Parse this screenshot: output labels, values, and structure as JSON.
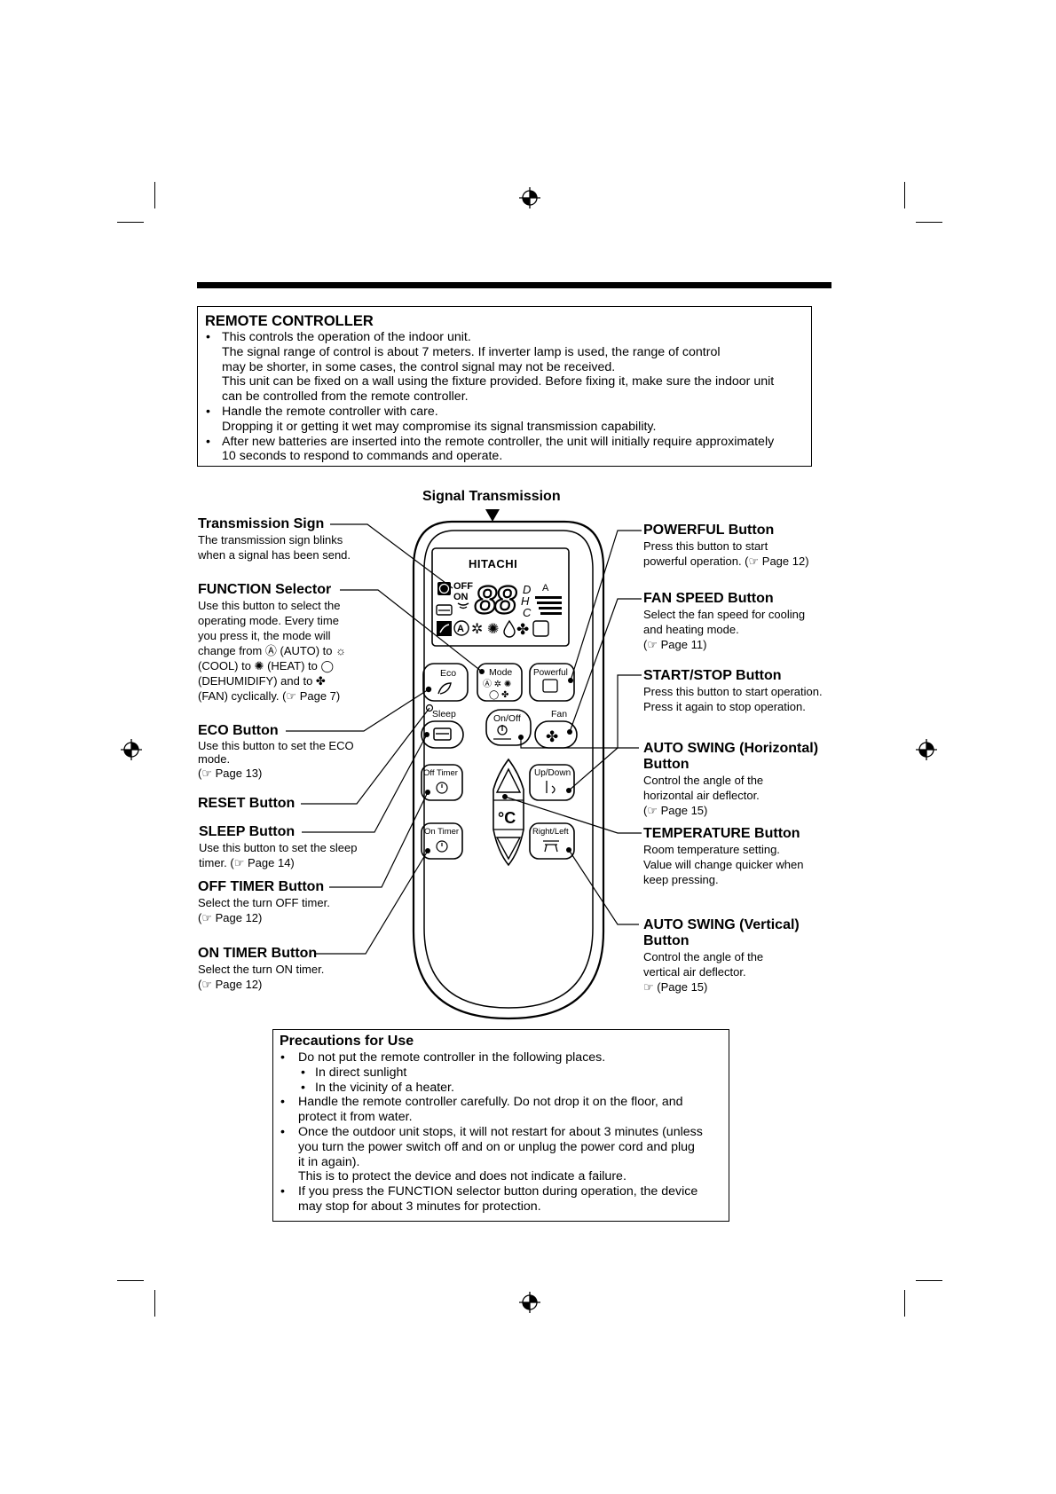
{
  "remote_controller": {
    "title": "REMOTE CONTROLLER",
    "lines": [
      {
        "bullet": "•",
        "text": "This controls the operation of the indoor unit."
      },
      {
        "bullet": "",
        "text": "The signal range of control is about 7 meters.  If  inverter lamp is used,  the range of control"
      },
      {
        "bullet": "",
        "text": "may be shorter, in some cases, the control signal may not be received."
      },
      {
        "bullet": "",
        "text": "This unit can be fixed on a wall using the fixture provided. Before fixing it, make sure the indoor unit"
      },
      {
        "bullet": "",
        "text": "can be controlled from the remote controller."
      },
      {
        "bullet": "•",
        "text": "Handle the remote controller with care."
      },
      {
        "bullet": "",
        "text": "Dropping it or getting it wet may compromise its signal transmission capability."
      },
      {
        "bullet": "•",
        "text": "After new batteries are inserted into the remote controller, the unit will initially require approximately"
      },
      {
        "bullet": "",
        "text": "10 seconds to respond to commands and operate."
      }
    ]
  },
  "signal_transmission": "Signal Transmission",
  "remote": {
    "brand": "HITACHI",
    "lcd": {
      "off": "OFF",
      "on": "ON",
      "digits": "88",
      "d": "D",
      "h": "H",
      "c": "C",
      "a": "A"
    },
    "buttons": {
      "eco": "Eco",
      "mode": "Mode",
      "powerful": "Powerful",
      "sleep": "Sleep",
      "on_off": "On/Off",
      "fan": "Fan",
      "off_timer": "Off Timer",
      "up_down": "Up/Down",
      "on_timer": "On Timer",
      "right_left": "Right/Left",
      "temp_unit": "°C"
    }
  },
  "left_callouts": {
    "transmission_sign": {
      "title": "Transmission Sign",
      "lines": [
        "The transmission sign blinks",
        "when a signal has been send."
      ]
    },
    "function_selector": {
      "title": "FUNCTION Selector",
      "lines": [
        "Use this button to select the",
        "operating mode. Every time",
        "you press it, the mode will",
        "change from Ⓐ (AUTO) to ☼",
        "(COOL) to ✺ (HEAT)  to ◯",
        "(DEHUMIDIFY) and  to  ✤",
        "(FAN) cyclically.  (☞ Page 7)"
      ]
    },
    "eco_button": {
      "title": "ECO Button",
      "lines": [
        "Use this button to set the ECO",
        "mode.",
        "(☞ Page 13)"
      ]
    },
    "reset_button": {
      "title": "RESET Button",
      "lines": []
    },
    "sleep_button": {
      "title": "SLEEP Button",
      "lines": [
        "Use this button to set the sleep",
        "timer.  (☞ Page 14)"
      ]
    },
    "off_timer_button": {
      "title": "OFF TIMER Button",
      "lines": [
        "Select the turn OFF timer.",
        "(☞ Page 12)"
      ]
    },
    "on_timer_button": {
      "title": "ON TIMER Button",
      "lines": [
        "Select the turn ON timer.",
        "(☞ Page 12)"
      ]
    }
  },
  "right_callouts": {
    "powerful_button": {
      "title": "POWERFUL Button",
      "lines": [
        "Press this button to start",
        "powerful operation. (☞ Page 12)"
      ]
    },
    "fan_speed_button": {
      "title": "FAN SPEED Button",
      "lines": [
        "Select the fan speed for cooling",
        "and heating mode.",
        "(☞ Page 11)"
      ]
    },
    "start_stop_button": {
      "title": "START/STOP Button",
      "lines": [
        "Press this button to start operation.",
        "Press it again to stop operation."
      ]
    },
    "auto_swing_horizontal": {
      "title": "AUTO SWING  (Horizontal)",
      "title2": "Button",
      "lines": [
        "Control the angle of the",
        "horizontal air deflector.",
        "(☞ Page 15)"
      ]
    },
    "temperature_button": {
      "title": "TEMPERATURE Button",
      "lines": [
        "Room temperature setting.",
        "Value will change quicker when",
        "keep pressing."
      ]
    },
    "auto_swing_vertical": {
      "title": "AUTO SWING  (Vertical)",
      "title2": "Button",
      "lines": [
        "Control the angle of the",
        "vertical air deflector.",
        " ☞ (Page 15)"
      ]
    }
  },
  "precautions": {
    "title": "Precautions for Use",
    "lines": [
      {
        "type": "main",
        "bullet": "•",
        "text": "Do not put the remote controller in the following places."
      },
      {
        "type": "sub",
        "bullet": "•",
        "text": "In direct sunlight"
      },
      {
        "type": "sub",
        "bullet": "•",
        "text": "In the vicinity of a heater."
      },
      {
        "type": "main",
        "bullet": "•",
        "text": "Handle the remote controller carefully. Do not drop it on the floor, and"
      },
      {
        "type": "main",
        "bullet": "",
        "text": "protect it from water."
      },
      {
        "type": "main",
        "bullet": "•",
        "text": "Once the outdoor unit stops, it will not restart for about 3 minutes (unless"
      },
      {
        "type": "main",
        "bullet": "",
        "text": "you turn the power switch off and on or unplug the power cord and plug"
      },
      {
        "type": "main",
        "bullet": "",
        "text": "it in again)."
      },
      {
        "type": "main",
        "bullet": "",
        "text": "This is to protect the device and does not indicate a failure."
      },
      {
        "type": "main",
        "bullet": "•",
        "text": "If you press the FUNCTION selector button during operation, the device"
      },
      {
        "type": "main",
        "bullet": "",
        "text": "may stop for about 3 minutes for protection."
      }
    ]
  }
}
